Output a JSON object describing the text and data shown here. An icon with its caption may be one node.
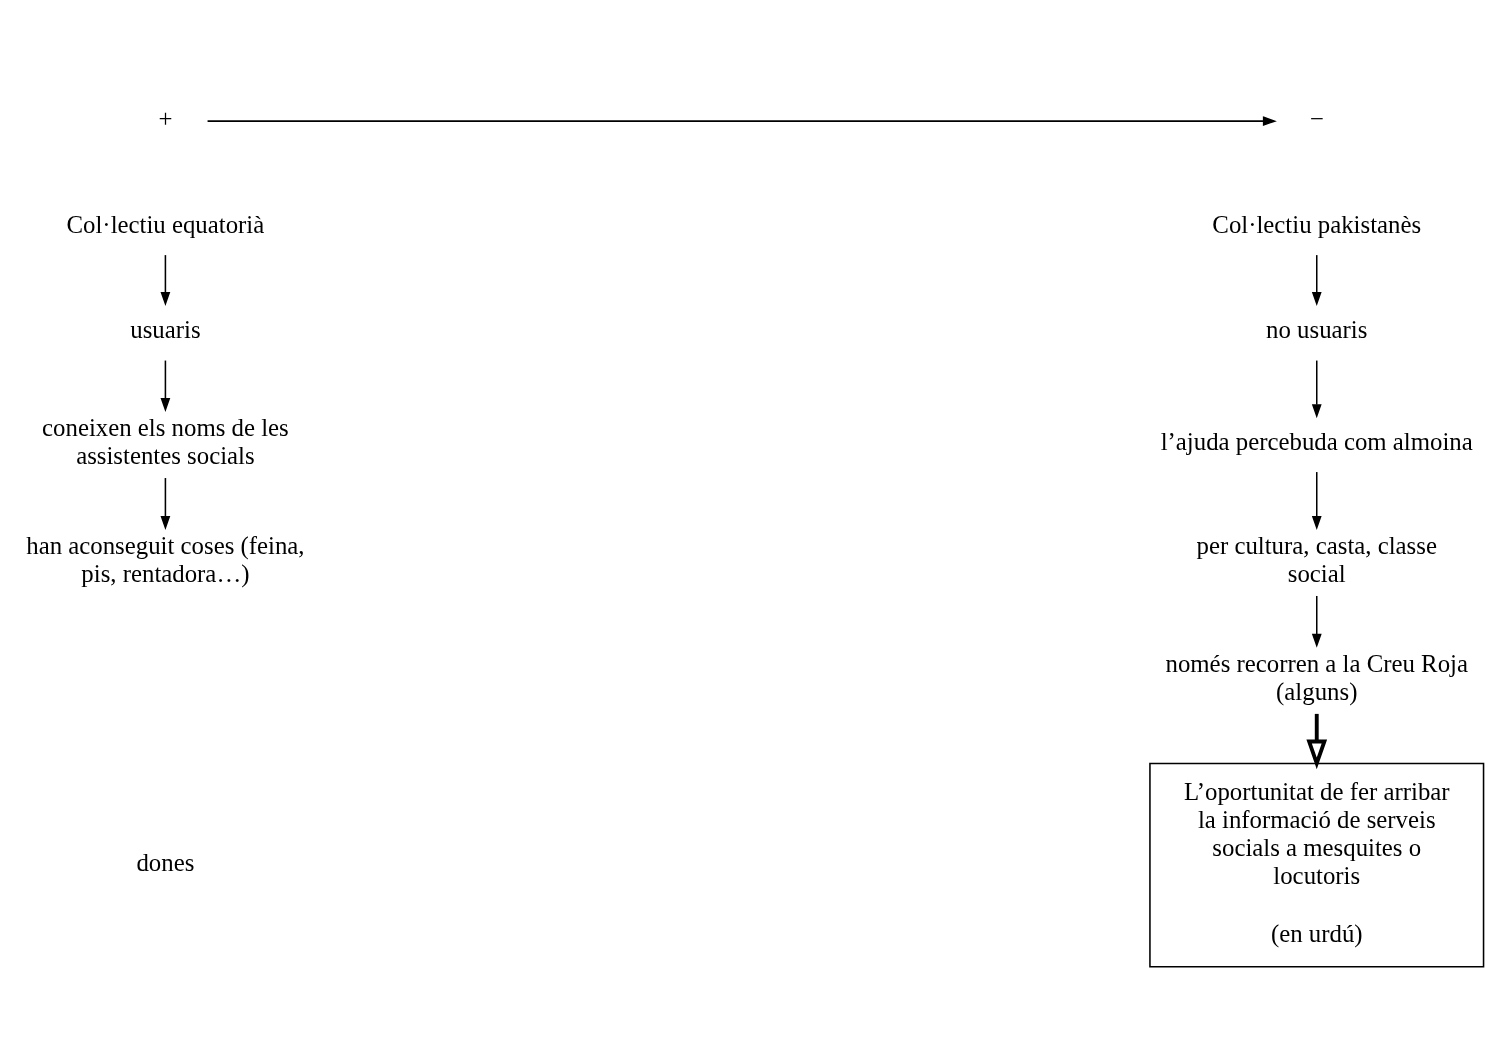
{
  "diagram": {
    "nodes": [
      {
        "text": [
          "+"
        ]
      },
      {
        "text": [
          "−"
        ]
      },
      {
        "text": [
          "Col·lectiu equatorià"
        ]
      },
      {
        "text": [
          "usuaris"
        ]
      },
      {
        "text": [
          "coneixen els noms de les assistentes socials"
        ]
      },
      {
        "text": [
          "han aconseguit coses (feina, pis, rentadora…)"
        ]
      },
      {
        "text": [
          "Col·lectiu pakistanès"
        ]
      },
      {
        "text": [
          "no usuaris"
        ]
      },
      {
        "text": [
          "l’ajuda percebuda com almoina"
        ]
      },
      {
        "text": [
          "per cultura, casta, classe social"
        ]
      },
      {
        "text": [
          "només recorren a la Creu Roja (alguns)"
        ]
      },
      {
        "text": [
          "L’oportunitat de fer arribar la informació de serveis socials a mesquites o locutoris",
          "(en urdú)"
        ]
      }
    ],
    "edges": [
      {
        "from": 0,
        "to": 1,
        "arrow": "to"
      },
      {
        "from": 2,
        "to": 3,
        "arrow": "to"
      },
      {
        "from": 3,
        "to": 4,
        "arrow": "to"
      },
      {
        "from": 4,
        "to": 5,
        "arrow": "to"
      },
      {
        "from": 6,
        "to": 7,
        "arrow": "to"
      },
      {
        "from": 7,
        "to": 8,
        "arrow": "to"
      },
      {
        "from": 8,
        "to": 9,
        "arrow": "to"
      },
      {
        "from": 9,
        "to": 10,
        "arrow": "to"
      },
      {
        "from": 10,
        "to": 11,
        "arrow": "to",
        "style": "thick"
      }
    ],
    "labels": [
      "dones"
    ]
  }
}
